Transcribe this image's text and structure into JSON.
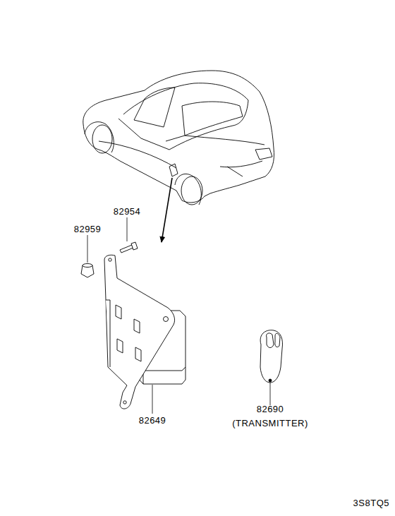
{
  "diagram": {
    "labels": [
      "82954",
      "82959",
      "82649",
      "82690",
      "(TRANSMITTER)",
      "3S8TQ5"
    ]
  }
}
